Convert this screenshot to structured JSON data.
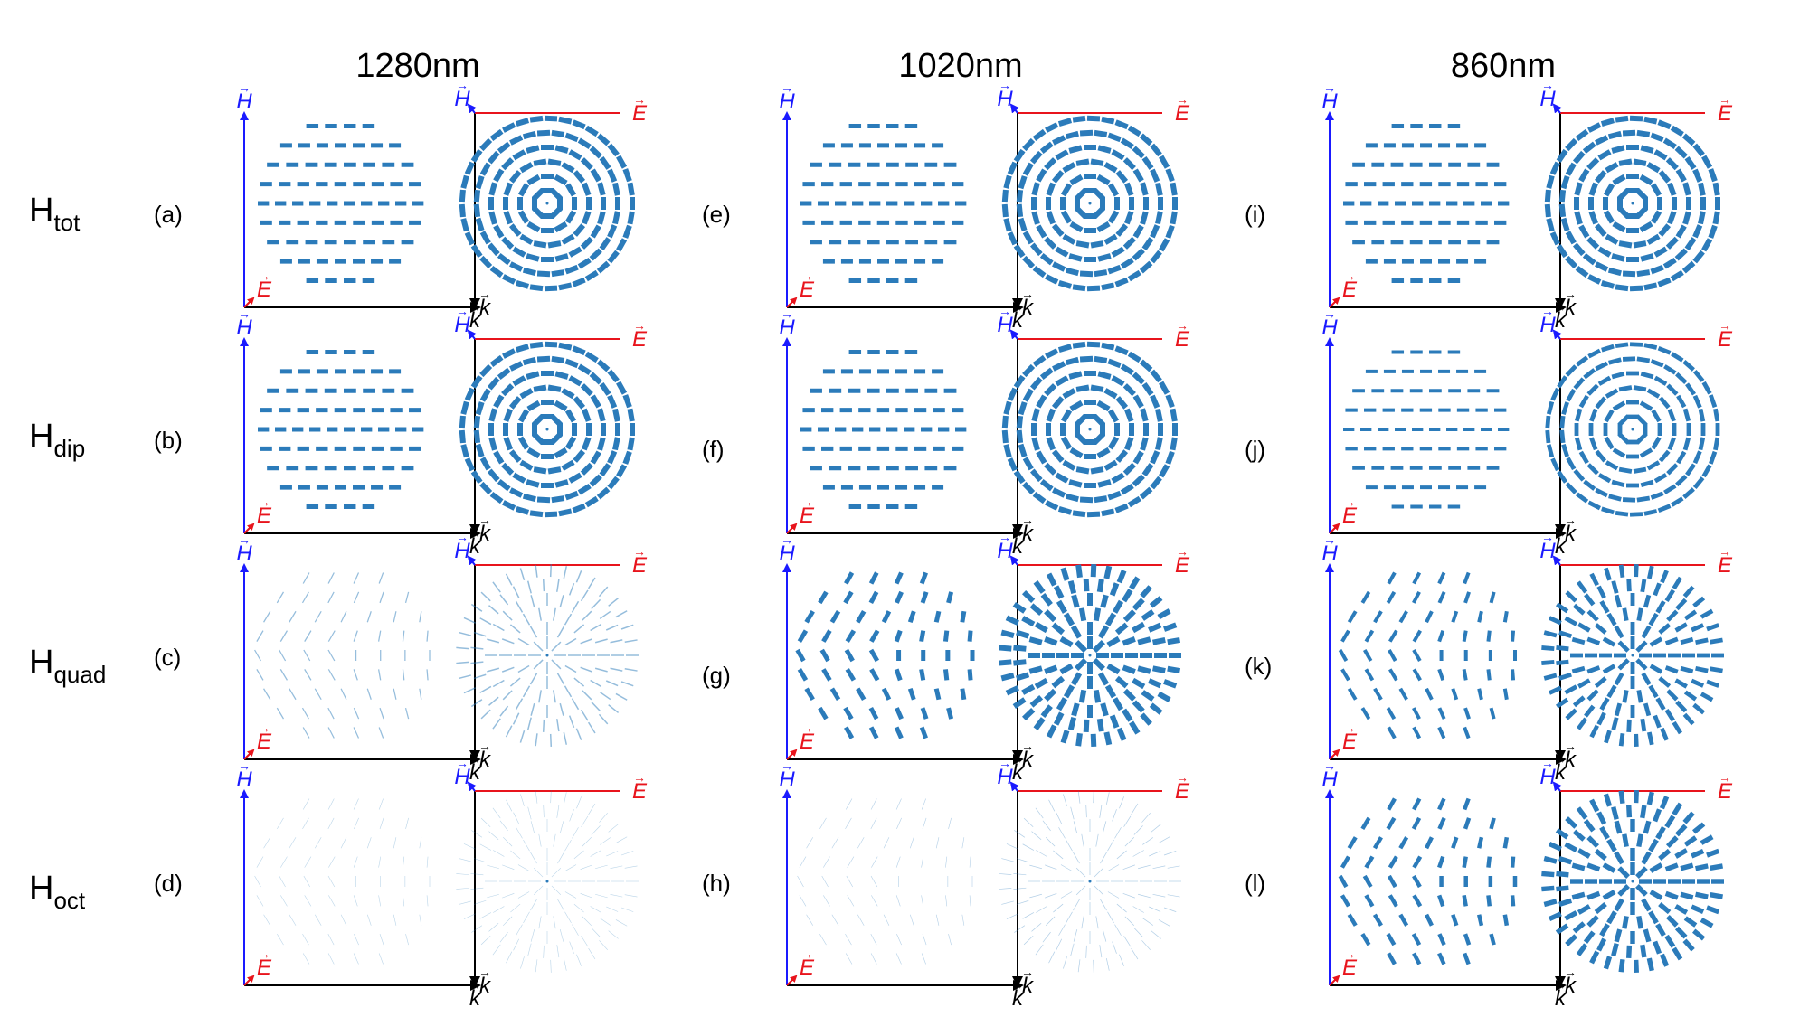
{
  "columns": [
    {
      "label": "1280nm",
      "letters": [
        "(a)",
        "(b)",
        "(c)",
        "(d)"
      ]
    },
    {
      "label": "1020nm",
      "letters": [
        "(e)",
        "(f)",
        "(g)",
        "(h)"
      ]
    },
    {
      "label": "860nm",
      "letters": [
        "(i)",
        "(j)",
        "(k)",
        "(l)"
      ]
    }
  ],
  "rows": [
    {
      "symbol": "H",
      "subscript": "tot"
    },
    {
      "symbol": "H",
      "subscript": "dip"
    },
    {
      "symbol": "H",
      "subscript": "quad"
    },
    {
      "symbol": "H",
      "subscript": "oct"
    }
  ],
  "axes": {
    "h_label": "H",
    "e_label": "E",
    "k_label": "k",
    "vector_arrow": "→"
  },
  "colors": {
    "field_arrows": "#2b7bba",
    "h_axis": "#1a1aff",
    "e_axis": "#e8141c",
    "k_axis": "#000000"
  },
  "field_strength": [
    [
      1.0,
      1.0,
      1.0
    ],
    [
      1.0,
      1.0,
      0.8
    ],
    [
      0.25,
      1.0,
      0.8
    ],
    [
      0.08,
      0.12,
      0.9
    ]
  ]
}
